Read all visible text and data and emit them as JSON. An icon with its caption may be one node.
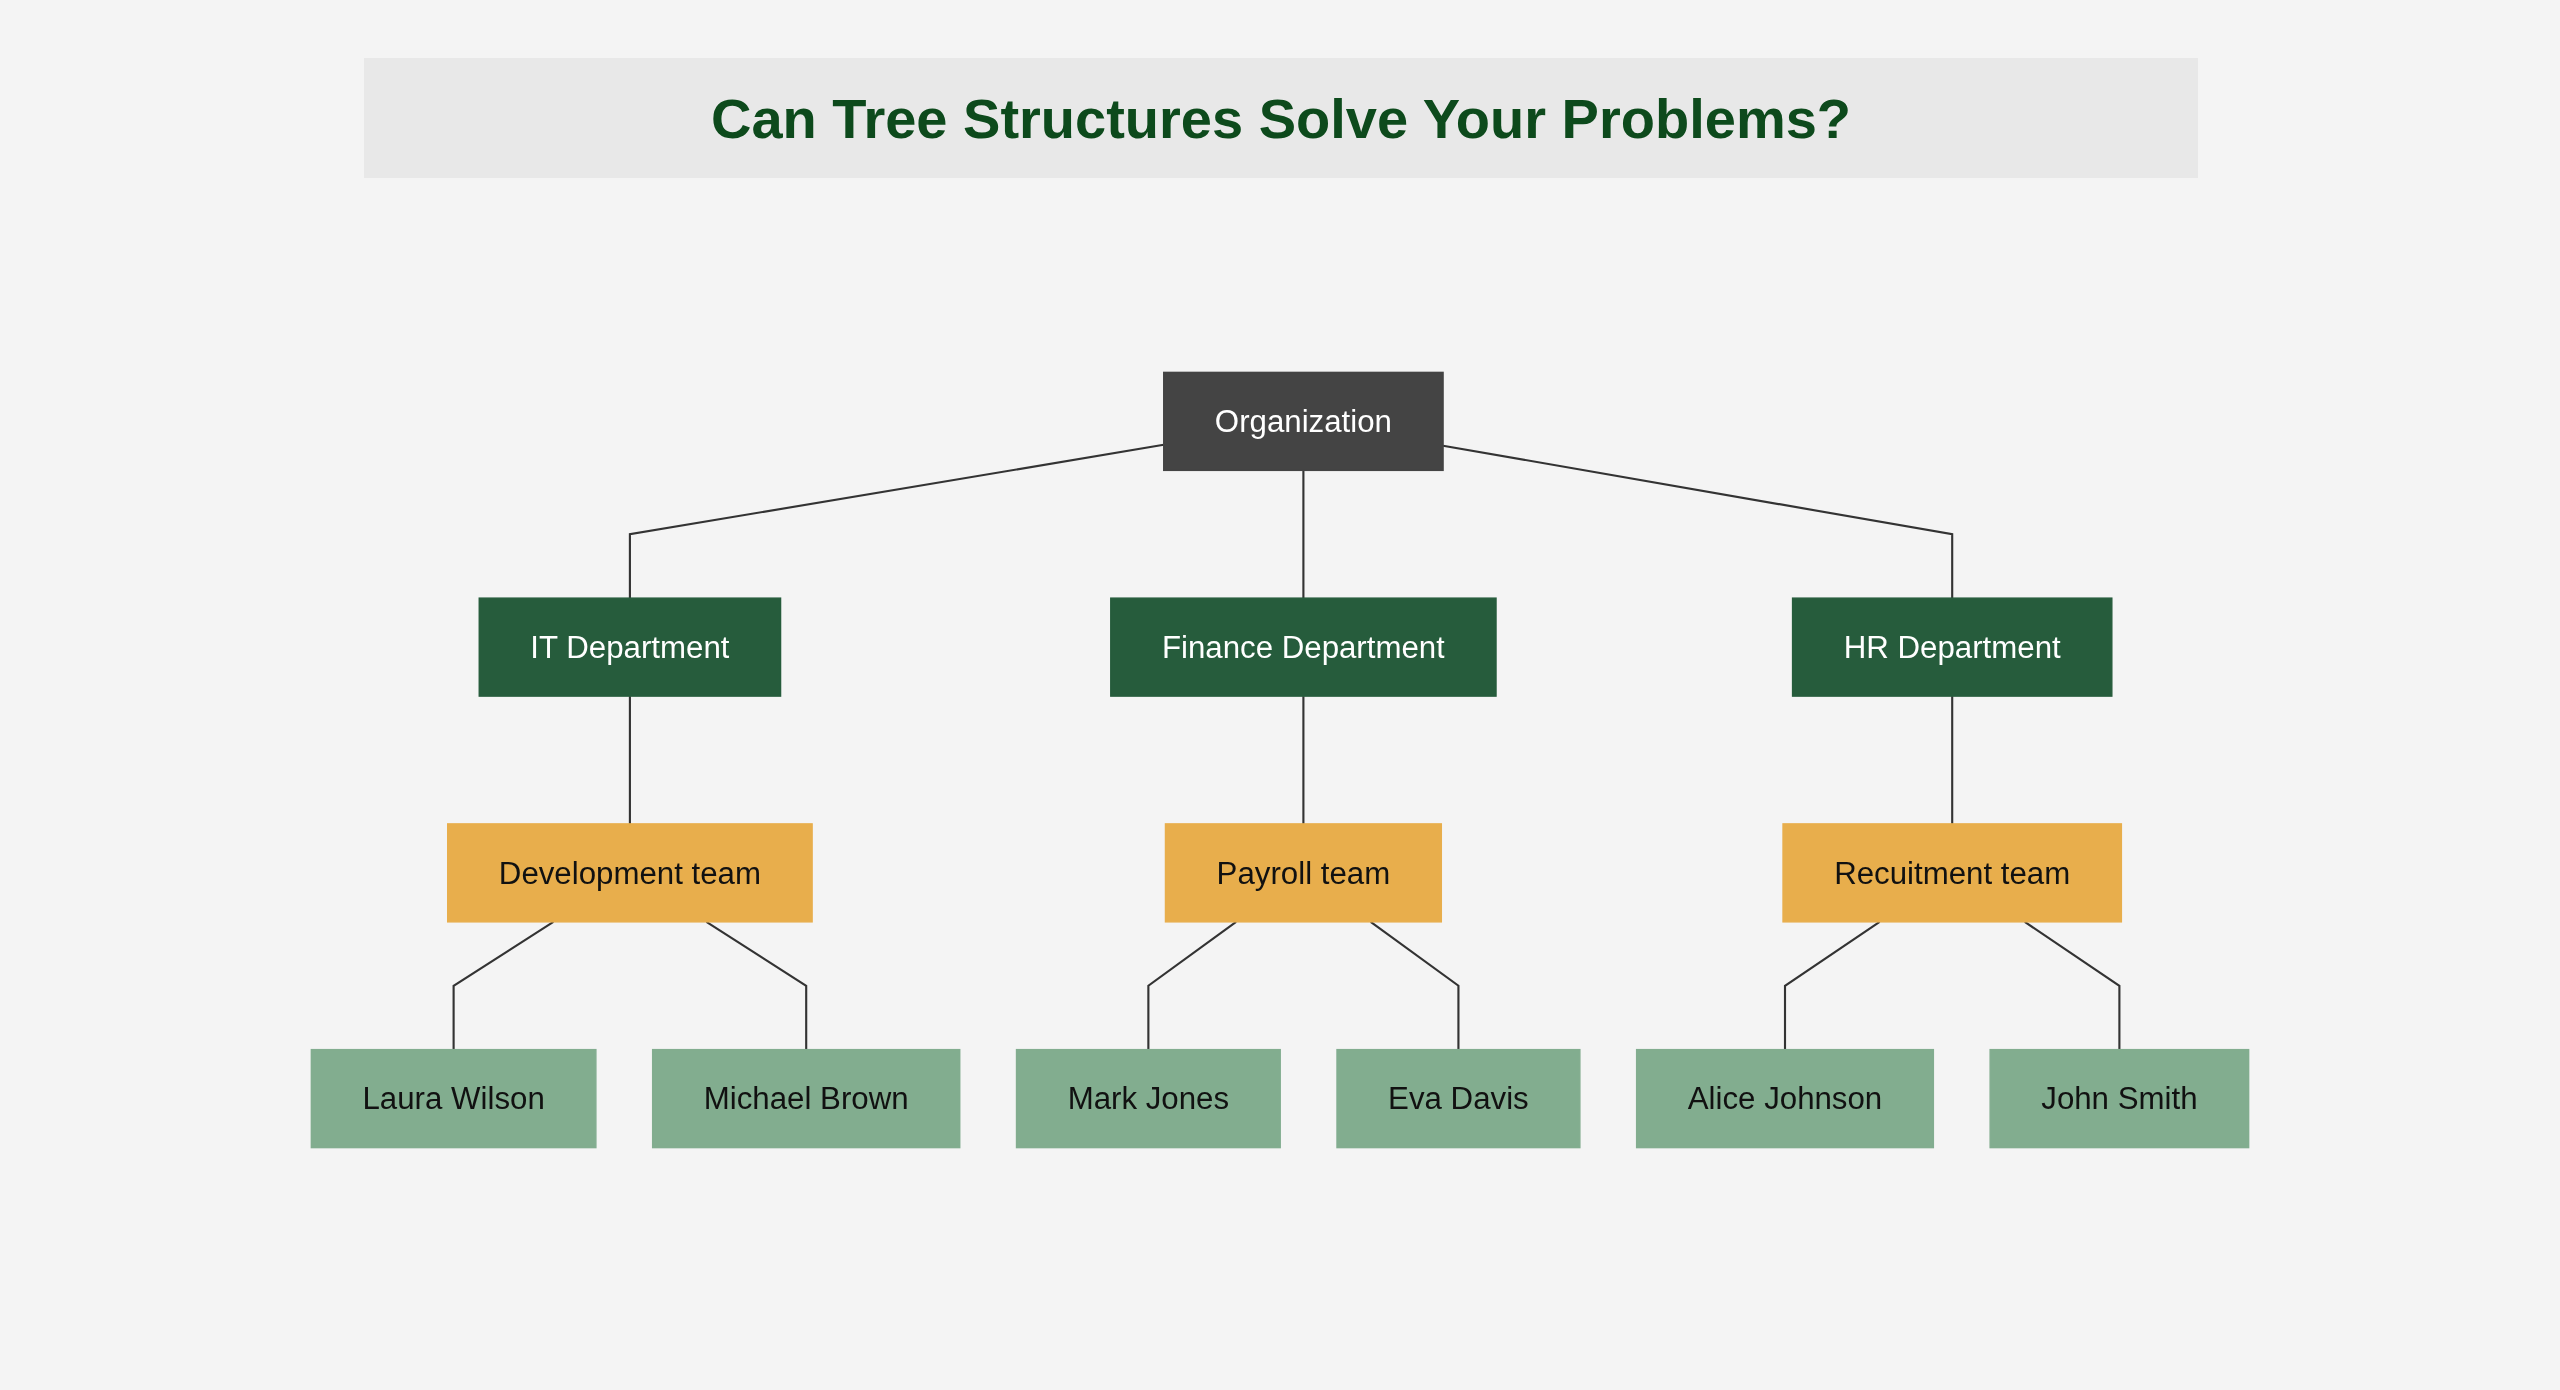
{
  "diagram": {
    "title": "Can Tree Structures Solve Your Problems?",
    "nodes": [
      {
        "text": [
          "Organization"
        ]
      },
      {
        "text": [
          "IT Department"
        ]
      },
      {
        "text": [
          "Finance Department"
        ]
      },
      {
        "text": [
          "HR Department"
        ]
      },
      {
        "text": [
          "Development team"
        ]
      },
      {
        "text": [
          "Payroll team"
        ]
      },
      {
        "text": [
          "Recuitment team"
        ]
      },
      {
        "text": [
          "Laura Wilson"
        ]
      },
      {
        "text": [
          "Michael Brown"
        ]
      },
      {
        "text": [
          "Mark Jones"
        ]
      },
      {
        "text": [
          "Eva Davis"
        ]
      },
      {
        "text": [
          "Alice Johnson"
        ]
      },
      {
        "text": [
          "John Smith"
        ]
      }
    ],
    "edges": [
      {
        "from": 0,
        "to": 1,
        "arrow": "none"
      },
      {
        "from": 0,
        "to": 2,
        "arrow": "none"
      },
      {
        "from": 0,
        "to": 3,
        "arrow": "none"
      },
      {
        "from": 1,
        "to": 4,
        "arrow": "none"
      },
      {
        "from": 2,
        "to": 5,
        "arrow": "none"
      },
      {
        "from": 3,
        "to": 6,
        "arrow": "none"
      },
      {
        "from": 4,
        "to": 7,
        "arrow": "none"
      },
      {
        "from": 4,
        "to": 8,
        "arrow": "none"
      },
      {
        "from": 5,
        "to": 9,
        "arrow": "none"
      },
      {
        "from": 5,
        "to": 10,
        "arrow": "none"
      },
      {
        "from": 6,
        "to": 11,
        "arrow": "none"
      },
      {
        "from": 6,
        "to": 12,
        "arrow": "none"
      }
    ]
  }
}
